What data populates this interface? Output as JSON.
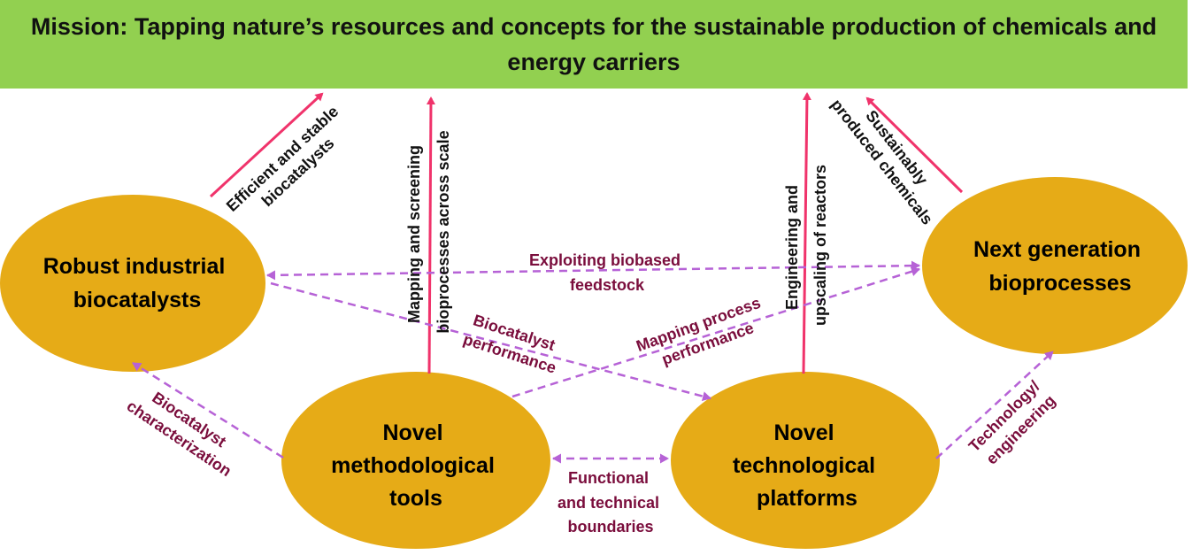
{
  "colors": {
    "banner": "#92d050",
    "node": "#e6ab17",
    "solid_arrow": "#f0336b",
    "dashed_arrow": "#b662d6",
    "edge_text": "#7a0d3c",
    "up_text": "#111111"
  },
  "mission": "Mission: Tapping nature’s resources and concepts for the sustainable production of chemicals and energy carriers",
  "nodes": {
    "robust": [
      "Robust industrial",
      "biocatalysts"
    ],
    "methodological": [
      "Novel",
      "methodological",
      "tools"
    ],
    "technological": [
      "Novel",
      "technological",
      "platforms"
    ],
    "nextgen": [
      "Next generation",
      "bioprocesses"
    ]
  },
  "up_labels": {
    "efficient": [
      "Efficient and stable",
      "biocatalysts"
    ],
    "mapping": [
      "Mapping and screening",
      "bioprocesses across scale"
    ],
    "engineering": [
      "Engineering and",
      "upscaling of reactors"
    ],
    "sustainably": [
      "Sustainably",
      "produced chemicals"
    ]
  },
  "edge_labels": {
    "exploiting": [
      "Exploiting biobased",
      "feedstock"
    ],
    "biocatalyst_performance": [
      "Biocatalyst",
      "performance"
    ],
    "mapping_process": [
      "Mapping process",
      "performance"
    ],
    "characterization": [
      "Biocatalyst",
      "characterization"
    ],
    "functional": [
      "Functional",
      "and technical",
      "boundaries"
    ],
    "technology": [
      "Technology/",
      "engineering"
    ]
  }
}
